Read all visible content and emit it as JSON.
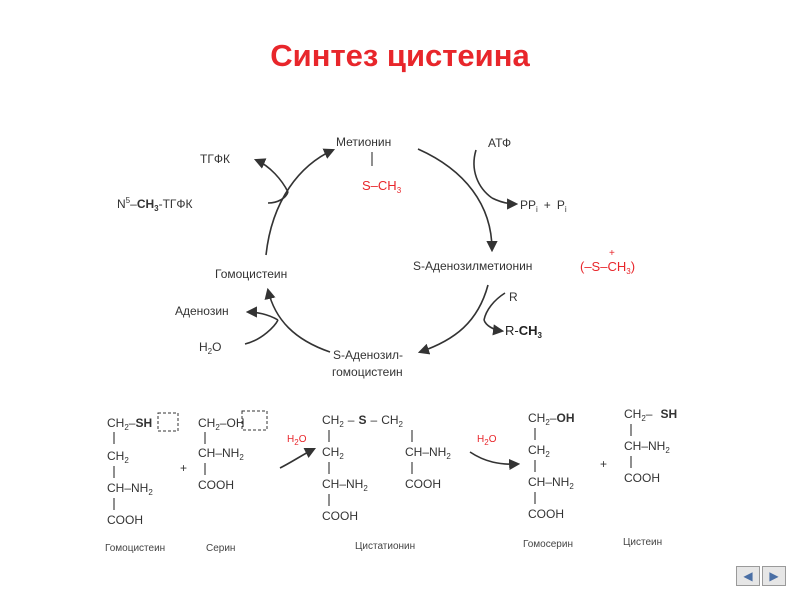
{
  "title": "Синтез цистеина",
  "cycle": {
    "methionine": "Метионин",
    "s_ch3": "S–CH",
    "s_ch3_sub": "3",
    "atp": "АТФ",
    "ppi": "PP",
    "ppi_sub": "i",
    "plus": "+",
    "pi": "P",
    "pi_sub": "i",
    "sam": "S-Аденозилметионин",
    "sam_group": "(–S–CH",
    "sam_group_sub": "3",
    "sam_group_close": ")",
    "sam_charge": "+",
    "r": "R",
    "r_ch3_prefix": "R-",
    "r_ch3": "CH",
    "r_ch3_sub": "3",
    "sah_line1": "S-Аденозил-",
    "sah_line2": "гомоцистеин",
    "h2o": "H",
    "h2o_sub": "2",
    "h2o_o": "O",
    "adenosine": "Аденозин",
    "homocysteine": "Гомоцистеин",
    "n5": "N",
    "n5_sup": "5",
    "dash": "–",
    "ch3": "CH",
    "ch3_sub": "3",
    "thfa_suffix": "-ТГФК",
    "thfa": "ТГФК"
  },
  "reaction": {
    "homocysteine": {
      "r1_ch2": "CH",
      "r1_sub": "2",
      "r1_dash": "–",
      "r1_group": "SH",
      "r2": "CH",
      "r2_sub": "2",
      "r3": "CH–NH",
      "r3_sub": "2",
      "r4": "COOH"
    },
    "plus1": "+",
    "serine": {
      "r1_ch2": "CH",
      "r1_sub": "2",
      "r1_dash": "–",
      "r1_group": "OH",
      "r2": "CH–NH",
      "r2_sub": "2",
      "r3": "COOH"
    },
    "arrow1_h2o": "H",
    "arrow1_sub": "2",
    "arrow1_o": "O",
    "cystathionine": {
      "top": "CH",
      "top_sub": "2",
      "top_s": "S",
      "top_dash": "–",
      "left2": "CH",
      "left2_sub": "2",
      "left3": "CH–NH",
      "left3_sub": "2",
      "left4": "COOH",
      "right2": "CH–NH",
      "right2_sub": "2",
      "right3": "COOH"
    },
    "arrow2_h2o": "H",
    "arrow2_sub": "2",
    "arrow2_o": "O",
    "homoserine": {
      "r1": "CH",
      "r1_sub": "2",
      "r1_dash": "–",
      "r1_group": "OH",
      "r2": "CH",
      "r2_sub": "2",
      "r3": "CH–NH",
      "r3_sub": "2",
      "r4": "COOH"
    },
    "plus2": "+",
    "cysteine": {
      "r1": "CH",
      "r1_sub": "2",
      "r1_dash": "–",
      "r1_group": "SH",
      "r2": "CH–NH",
      "r2_sub": "2",
      "r3": "COOH"
    },
    "captions": {
      "homocysteine": "Гомоцистеин",
      "serine": "Серин",
      "cystathionine": "Цистатионин",
      "homoserine": "Гомосерин",
      "cysteine": "Цистеин"
    }
  },
  "nav": {
    "prev": "◀",
    "next": "▶"
  },
  "colors": {
    "title": "#e8262b",
    "accent": "#e8262b",
    "ink": "#333333"
  },
  "icons": {
    "prev": "arrow-left-icon",
    "next": "arrow-right-icon"
  }
}
